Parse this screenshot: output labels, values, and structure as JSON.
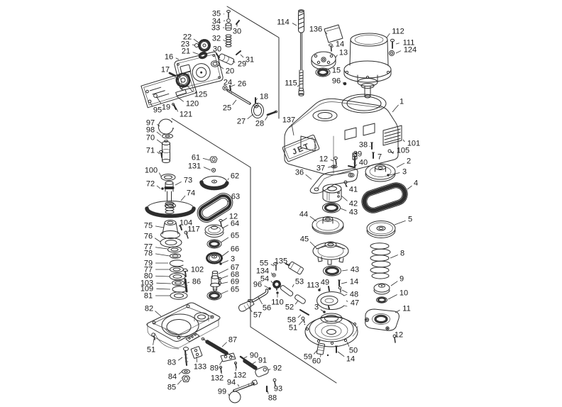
{
  "diagram": {
    "brand": "JET",
    "type": "exploded-parts-diagram"
  },
  "labels": [
    [
      "1",
      566,
      143,
      553,
      158
    ],
    [
      "2",
      576,
      227,
      559,
      236
    ],
    [
      "3",
      328,
      365,
      311,
      372
    ],
    [
      "3",
      446,
      433,
      457,
      440
    ],
    [
      "3",
      570,
      242,
      549,
      247
    ],
    [
      "4",
      586,
      258,
      574,
      267
    ],
    [
      "5",
      578,
      309,
      556,
      317
    ],
    [
      "7",
      535,
      221,
      529,
      221
    ],
    [
      "8",
      567,
      357,
      550,
      364
    ],
    [
      "9",
      566,
      393,
      551,
      403
    ],
    [
      "10",
      569,
      413,
      547,
      422
    ],
    [
      "11",
      573,
      435,
      557,
      441
    ],
    [
      "12",
      329,
      305,
      313,
      312
    ],
    [
      "12",
      456,
      224,
      470,
      227
    ],
    [
      "12",
      562,
      472,
      557,
      477
    ],
    [
      "13",
      484,
      74,
      473,
      81
    ],
    [
      "14",
      479,
      62,
      468,
      67
    ],
    [
      "14",
      499,
      397,
      481,
      400
    ],
    [
      "14",
      494,
      506,
      476,
      496
    ],
    [
      "15",
      474,
      99,
      464,
      101
    ],
    [
      "16",
      238,
      80,
      252,
      84
    ],
    [
      "17",
      233,
      98,
      240,
      102
    ],
    [
      "18",
      372,
      136,
      361,
      141
    ],
    [
      "19",
      234,
      151,
      221,
      137
    ],
    [
      "20",
      324,
      100,
      308,
      92
    ],
    [
      "21",
      262,
      72,
      281,
      77
    ],
    [
      "22",
      264,
      52,
      281,
      61
    ],
    [
      "23",
      261,
      62,
      275,
      64
    ],
    [
      "24",
      321,
      116,
      318,
      122
    ],
    [
      "25",
      320,
      152,
      333,
      141
    ],
    [
      "26",
      341,
      118,
      325,
      122
    ],
    [
      "27",
      340,
      171,
      357,
      161
    ],
    [
      "28",
      366,
      174,
      377,
      164
    ],
    [
      "29",
      341,
      90,
      328,
      86
    ],
    [
      "30",
      334,
      44,
      334,
      33
    ],
    [
      "30",
      306,
      69,
      306,
      77
    ],
    [
      "31",
      352,
      84,
      339,
      77
    ],
    [
      "32",
      305,
      54,
      317,
      58
    ],
    [
      "33",
      304,
      39,
      316,
      39
    ],
    [
      "34",
      305,
      30,
      317,
      29
    ],
    [
      "35",
      305,
      19,
      316,
      20
    ],
    [
      "36",
      422,
      243,
      439,
      253
    ],
    [
      "37",
      452,
      237,
      467,
      235
    ],
    [
      "38",
      512,
      204,
      521,
      207
    ],
    [
      "39",
      504,
      217,
      500,
      222
    ],
    [
      "40",
      512,
      229,
      500,
      235
    ],
    [
      "41",
      498,
      267,
      488,
      261
    ],
    [
      "42",
      498,
      287,
      481,
      276
    ],
    [
      "43",
      498,
      299,
      480,
      294
    ],
    [
      "43",
      500,
      380,
      482,
      382
    ],
    [
      "44",
      428,
      302,
      446,
      312
    ],
    [
      "45",
      429,
      337,
      447,
      351
    ],
    [
      "47",
      500,
      427,
      488,
      424
    ],
    [
      "48",
      499,
      415,
      482,
      409
    ],
    [
      "49",
      458,
      398,
      462,
      406
    ],
    [
      "50",
      498,
      494,
      489,
      482
    ],
    [
      "51",
      213,
      493,
      217,
      478
    ],
    [
      "51",
      413,
      462,
      427,
      452
    ],
    [
      "52",
      408,
      433,
      420,
      424
    ],
    [
      "53",
      422,
      397,
      412,
      405
    ],
    [
      "54",
      373,
      393,
      384,
      399
    ],
    [
      "55",
      372,
      371,
      386,
      375
    ],
    [
      "56",
      376,
      434,
      364,
      419
    ],
    [
      "57",
      363,
      444,
      351,
      434
    ],
    [
      "58",
      411,
      451,
      424,
      444
    ],
    [
      "59",
      434,
      503,
      447,
      494
    ],
    [
      "60",
      446,
      509,
      452,
      500
    ],
    [
      "61",
      276,
      222,
      296,
      226
    ],
    [
      "62",
      331,
      248,
      321,
      254
    ],
    [
      "63",
      332,
      277,
      321,
      285
    ],
    [
      "64",
      331,
      315,
      313,
      322
    ],
    [
      "65",
      331,
      332,
      311,
      342
    ],
    [
      "65",
      331,
      408,
      310,
      415
    ],
    [
      "66",
      331,
      351,
      312,
      362
    ],
    [
      "67",
      331,
      377,
      308,
      386
    ],
    [
      "68",
      331,
      387,
      311,
      393
    ],
    [
      "69",
      331,
      397,
      311,
      400
    ],
    [
      "70",
      212,
      194,
      228,
      202
    ],
    [
      "71",
      212,
      212,
      225,
      217
    ],
    [
      "72",
      212,
      259,
      226,
      266
    ],
    [
      "73",
      265,
      254,
      247,
      261
    ],
    [
      "74",
      269,
      272,
      255,
      283
    ],
    [
      "75",
      209,
      318,
      231,
      321
    ],
    [
      "76",
      209,
      333,
      226,
      341
    ],
    [
      "77",
      209,
      348,
      236,
      351
    ],
    [
      "77",
      209,
      380,
      239,
      380
    ],
    [
      "78",
      209,
      357,
      239,
      361
    ],
    [
      "79",
      209,
      371,
      237,
      371
    ],
    [
      "80",
      209,
      389,
      239,
      390
    ],
    [
      "81",
      209,
      417,
      240,
      417
    ],
    [
      "82",
      210,
      435,
      227,
      446
    ],
    [
      "83",
      242,
      511,
      257,
      504
    ],
    [
      "84",
      243,
      531,
      256,
      524
    ],
    [
      "85",
      242,
      546,
      256,
      536
    ],
    [
      "86",
      277,
      397,
      264,
      399
    ],
    [
      "87",
      328,
      479,
      313,
      489
    ],
    [
      "88",
      384,
      561,
      377,
      551
    ],
    [
      "89",
      302,
      519,
      313,
      509
    ],
    [
      "90",
      358,
      501,
      344,
      505
    ],
    [
      "91",
      370,
      508,
      356,
      513
    ],
    [
      "92",
      391,
      519,
      378,
      522
    ],
    [
      "93",
      392,
      548,
      387,
      541
    ],
    [
      "94",
      326,
      539,
      337,
      545
    ],
    [
      "95",
      222,
      155,
      212,
      145
    ],
    [
      "96",
      474,
      114,
      484,
      118
    ],
    [
      "96",
      363,
      401,
      378,
      406
    ],
    [
      "97",
      212,
      173,
      225,
      178
    ],
    [
      "98",
      212,
      183,
      227,
      191
    ],
    [
      "99",
      313,
      552,
      323,
      558
    ],
    [
      "100",
      213,
      240,
      227,
      249
    ],
    [
      "101",
      583,
      202,
      568,
      197
    ],
    [
      "102",
      278,
      380,
      264,
      383
    ],
    [
      "103",
      207,
      399,
      241,
      400
    ],
    [
      "104",
      262,
      314,
      255,
      320
    ],
    [
      "105",
      568,
      212,
      554,
      215
    ],
    [
      "109",
      207,
      407,
      240,
      408
    ],
    [
      "110",
      391,
      426,
      391,
      415
    ],
    [
      "111",
      576,
      60,
      558,
      62
    ],
    [
      "112",
      561,
      44,
      545,
      53
    ],
    [
      "113",
      441,
      402,
      450,
      409
    ],
    [
      "114",
      399,
      31,
      418,
      36
    ],
    [
      "115",
      410,
      117,
      419,
      122
    ],
    [
      "117",
      273,
      323,
      264,
      330
    ],
    [
      "120",
      271,
      146,
      249,
      136
    ],
    [
      "121",
      262,
      161,
      248,
      152
    ],
    [
      "124",
      578,
      70,
      558,
      75
    ],
    [
      "125",
      283,
      133,
      263,
      120
    ],
    [
      "131",
      274,
      234,
      297,
      240
    ],
    [
      "132",
      306,
      533,
      311,
      524
    ],
    [
      "132",
      338,
      529,
      333,
      519
    ],
    [
      "133",
      282,
      517,
      277,
      503
    ],
    [
      "134",
      370,
      382,
      384,
      388
    ],
    [
      "135",
      396,
      368,
      408,
      375
    ],
    [
      "136",
      445,
      41,
      461,
      48
    ],
    [
      "137",
      407,
      169,
      414,
      191
    ]
  ]
}
